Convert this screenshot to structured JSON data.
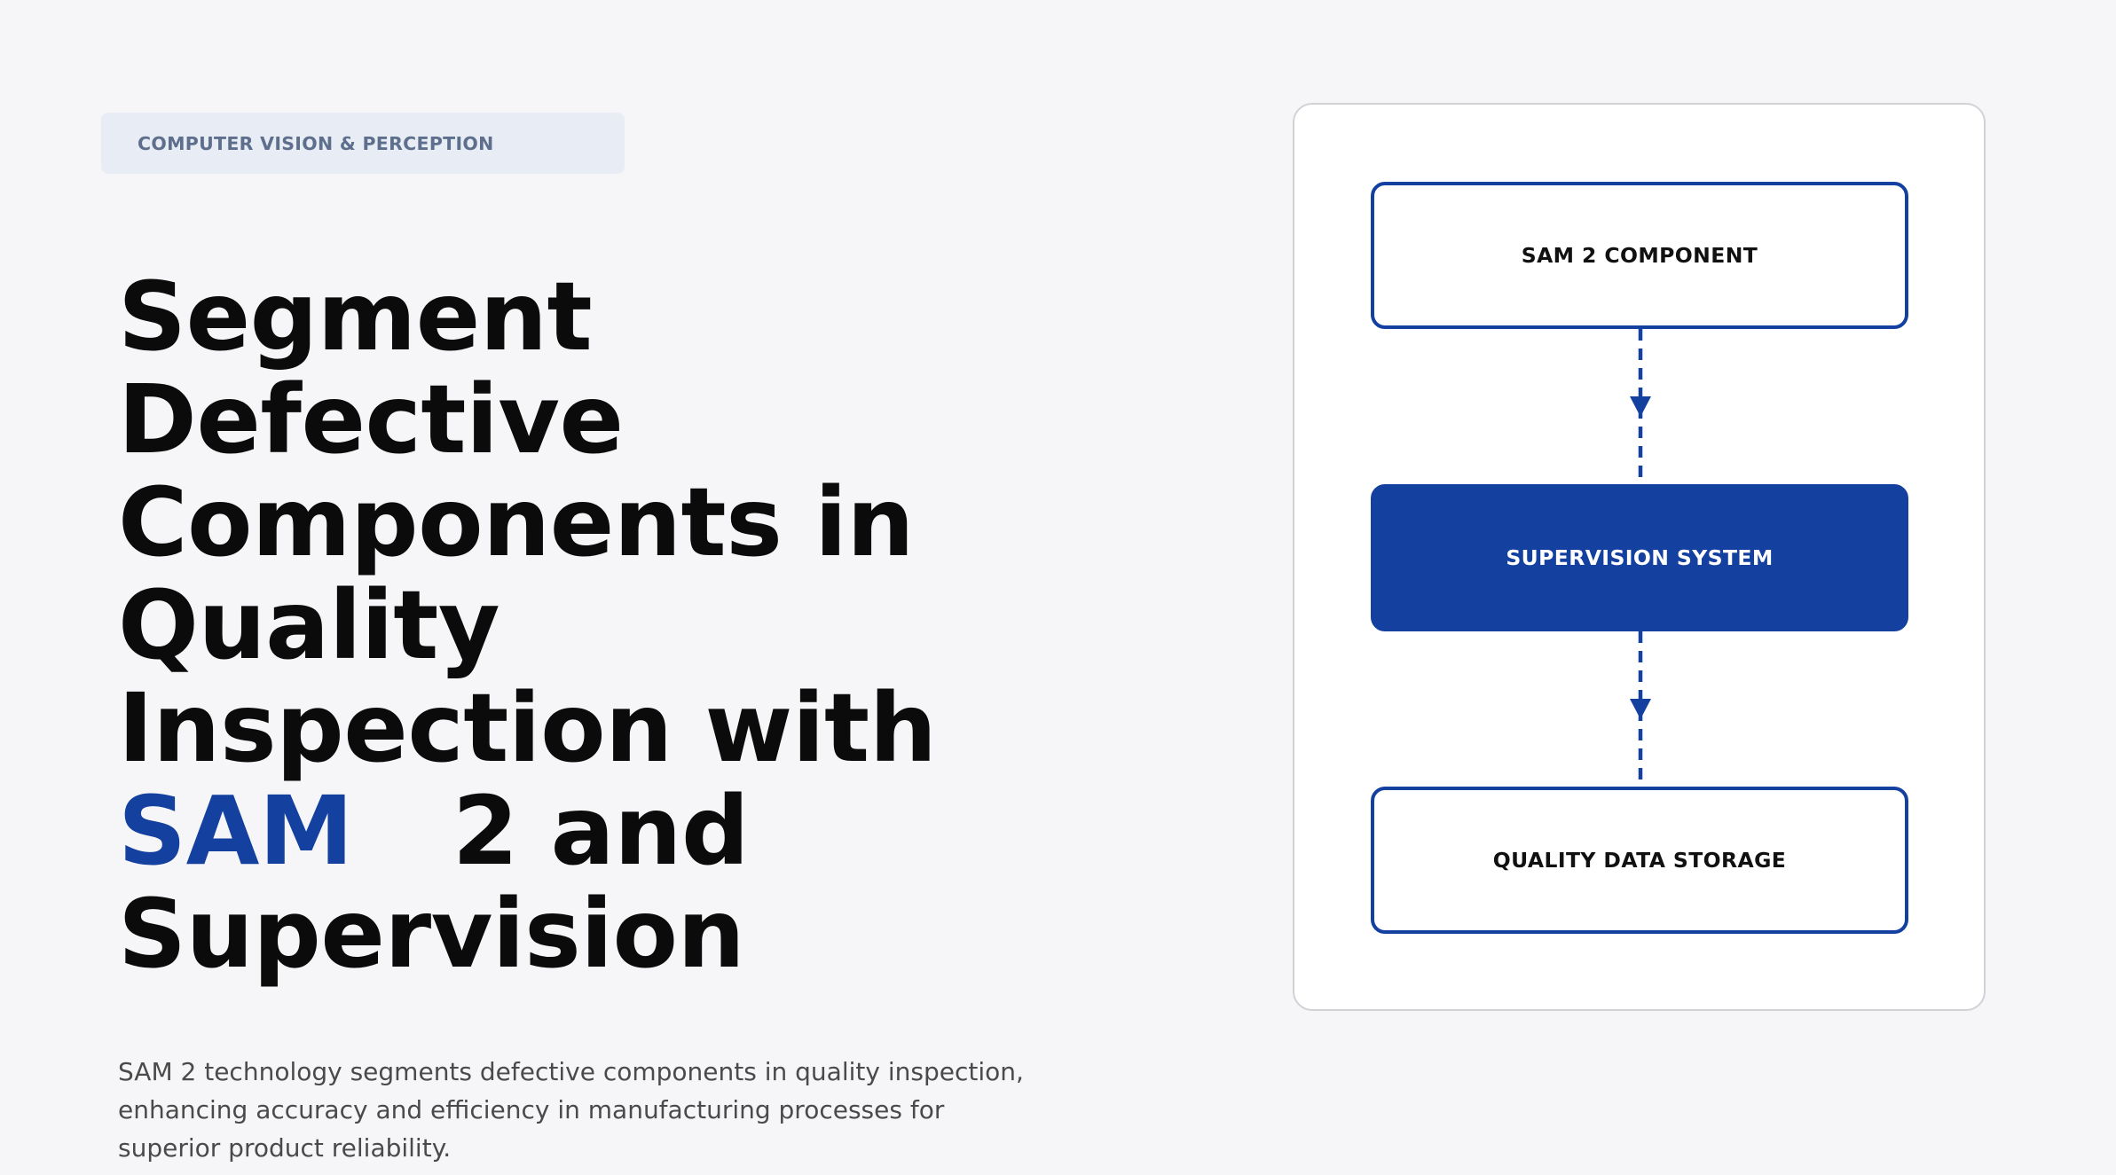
{
  "category_tag": "COMPUTER VISION & PERCEPTION",
  "title": {
    "line1": "Segment",
    "line2": "Defective",
    "line3": "Components in",
    "line4": "Quality",
    "line5": "Inspection with",
    "line6_accent": "SAM",
    "line6_rest": "2 and",
    "line7": "Supervision"
  },
  "description": {
    "line1": "SAM 2 technology segments defective components in quality inspection,",
    "line2": "enhancing accuracy and efficiency in manufacturing processes for",
    "line3": "superior product reliability."
  },
  "diagram": {
    "nodes": [
      {
        "label": "SAM 2 COMPONENT"
      },
      {
        "label": "SUPERVISION SYSTEM"
      },
      {
        "label": "QUALITY DATA STORAGE"
      }
    ]
  },
  "colors": {
    "accent": "#1440a0",
    "background": "#f6f6f8",
    "tag_background": "#e8ecf4",
    "tag_text": "#5d6f8c"
  }
}
